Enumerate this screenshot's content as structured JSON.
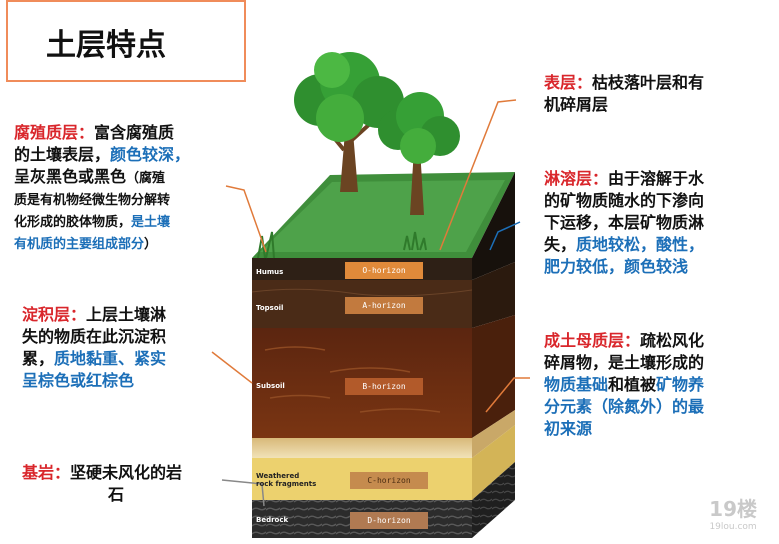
{
  "title": "土层特点",
  "annotations": {
    "humus": {
      "name": "腐殖质层：",
      "t1": "富含腐殖质",
      "t2": "的土壤表层，",
      "t2b": "颜色较深，",
      "t3": "呈灰黑色或黑色",
      "t3s": "（腐殖",
      "t4": "质是有机物经微生物分解转",
      "t5": "化形成的胶体物质，",
      "t5b": "是土壤",
      "t6b": "有机质的主要组成部分",
      "t6": "）"
    },
    "deposit": {
      "name": "淀积层：",
      "t1": "上层土壤淋",
      "t2": "失的物质在此沉淀积",
      "t3": "累，",
      "t3b": "质地黏重、紧实",
      "t4b": "呈棕色或红棕色"
    },
    "bedrock": {
      "name": "基岩：",
      "t1": "坚硬未风化的岩",
      "t2": "石"
    },
    "surface": {
      "name": "表层：",
      "t1": "枯枝落叶层和有",
      "t2": "机碎屑层"
    },
    "leach": {
      "name": "淋溶层：",
      "t1": "由于溶解于水",
      "t2": "的矿物质随水的下渗向",
      "t3": "下运移，本层矿物质淋",
      "t4": "失，",
      "t4b": "质地较松，酸性，",
      "t5b": "肥力较低，颜色较浅"
    },
    "parent": {
      "name": "成土母质层：",
      "t1": "疏松风化",
      "t2": "碎屑物，是土壤形成的",
      "t3b": "物质基础",
      "t3": "和植被",
      "t3c": "矿物养",
      "t4b": "分元素（除氮外）的最",
      "t5b": "初来源"
    }
  },
  "layers": {
    "humus": "Humus",
    "topsoil": "Topsoil",
    "subsoil": "Subsoil",
    "weathered1": "Weathered",
    "weathered2": "rock fragments",
    "bedrock": "Bedrock"
  },
  "horizons": {
    "o": "O-horizon",
    "a": "A-horizon",
    "b": "B-horizon",
    "c": "C-horizon",
    "d": "D-horizon"
  },
  "watermark": {
    "main": "19楼",
    "sub": "19lou.com"
  },
  "colors": {
    "red": "#d9262b",
    "blue": "#1c6fb8",
    "title_border": "#f08c5a",
    "pointer": "#e07a3a"
  }
}
